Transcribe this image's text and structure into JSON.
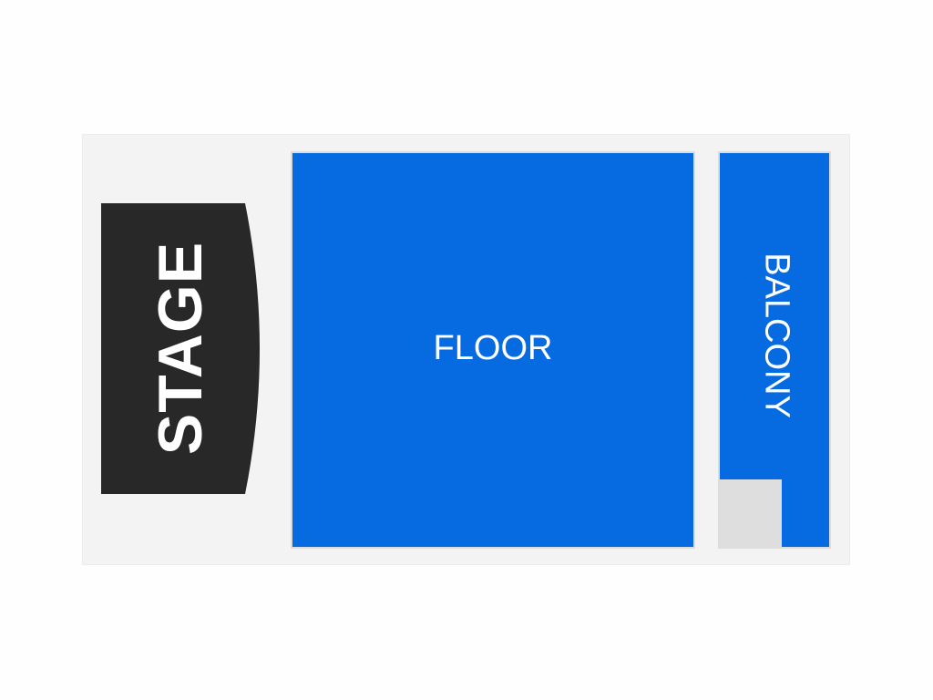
{
  "venue": {
    "background_color": "#f3f3f3",
    "stage": {
      "label": "STAGE",
      "color": "#282828",
      "label_color": "#ffffff"
    },
    "sections": [
      {
        "id": "floor",
        "label": "FLOOR",
        "color": "#066be0",
        "available": true
      },
      {
        "id": "balcony",
        "label": "BALCONY",
        "color": "#066be0",
        "available": true
      }
    ],
    "unavailable_area_color": "#dedede"
  }
}
